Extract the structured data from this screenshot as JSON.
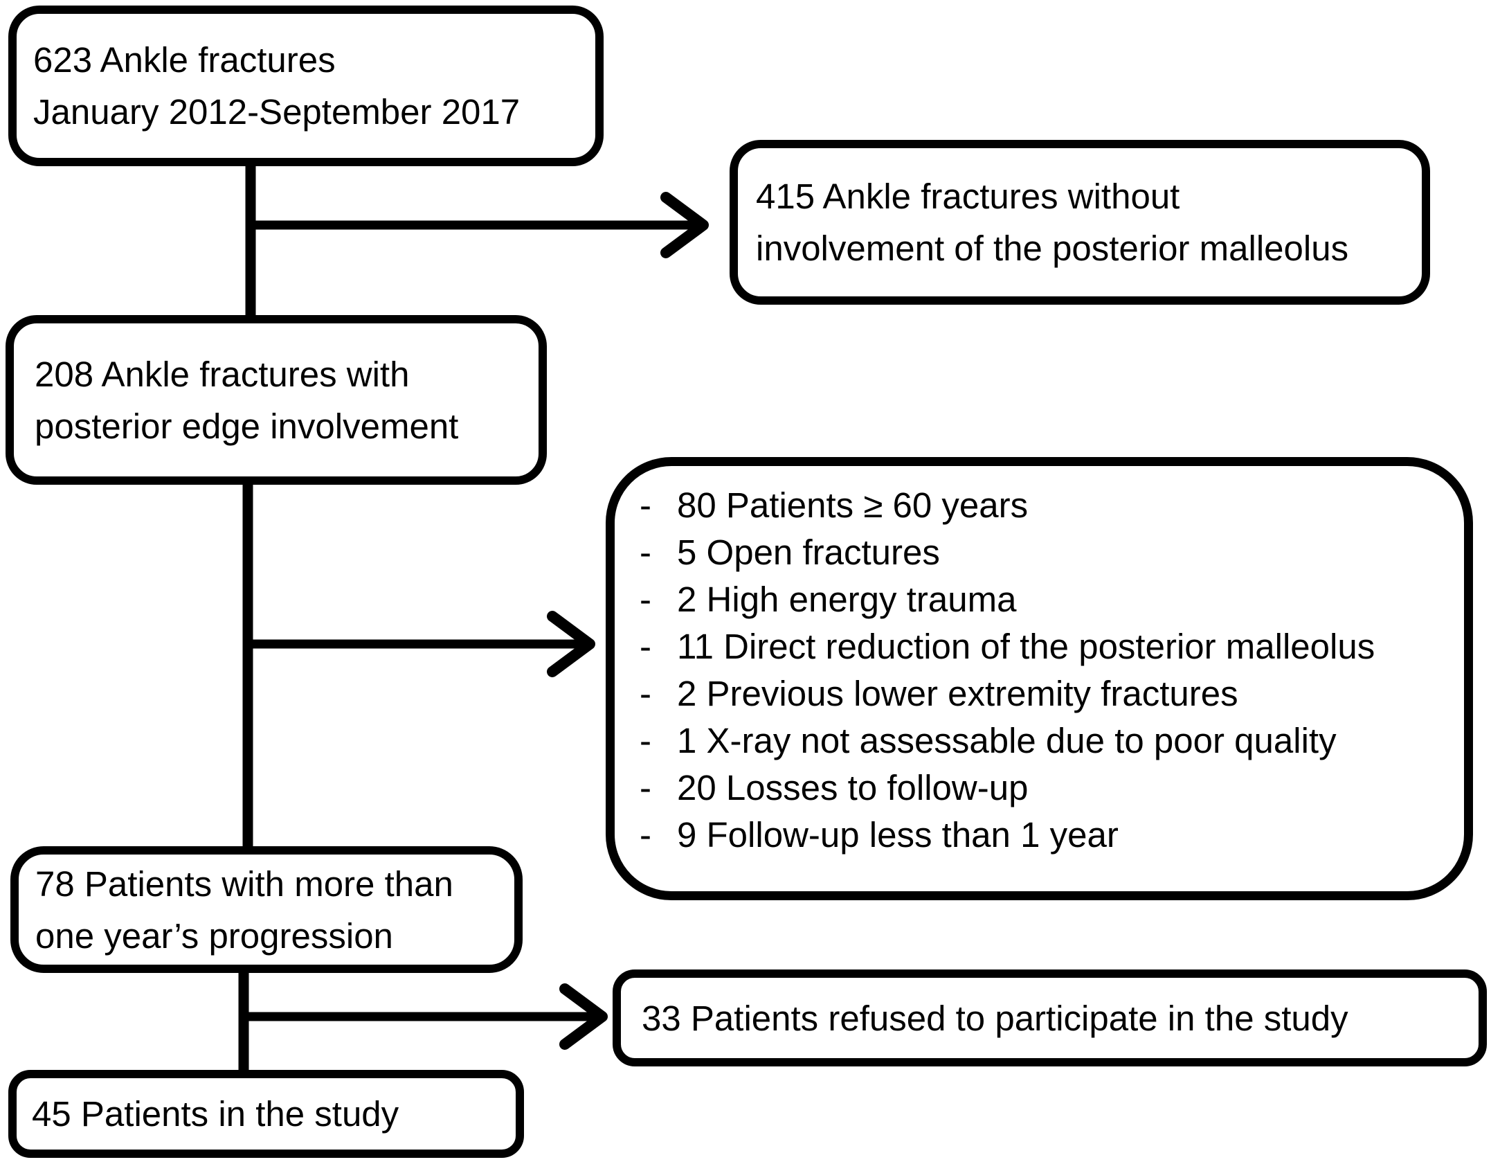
{
  "diagram": {
    "background_color": "#ffffff",
    "line_color": "#000000",
    "nodes": {
      "total": {
        "lines": [
          "623 Ankle fractures",
          "January 2012-September 2017"
        ]
      },
      "no_involvement": {
        "lines": [
          "415 Ankle fractures without",
          "involvement of the posterior malleolus"
        ]
      },
      "posterior_edge": {
        "lines": [
          "208 Ankle fractures with",
          "posterior edge involvement"
        ]
      },
      "exclusions": {
        "marker": "-",
        "items": [
          "80 Patients ≥ 60 years",
          "5 Open fractures",
          "2 High energy trauma",
          "11 Direct reduction of the posterior malleolus",
          "2 Previous lower extremity fractures",
          "1 X-ray not assessable due to poor quality",
          "20 Losses to follow-up",
          "9 Follow-up less than 1 year"
        ]
      },
      "progression": {
        "lines": [
          "78 Patients with more than",
          "one year’s progression"
        ]
      },
      "refused": {
        "lines": [
          "33 Patients refused to participate in the study"
        ]
      },
      "in_study": {
        "lines": [
          "45 Patients in the study"
        ]
      }
    }
  }
}
